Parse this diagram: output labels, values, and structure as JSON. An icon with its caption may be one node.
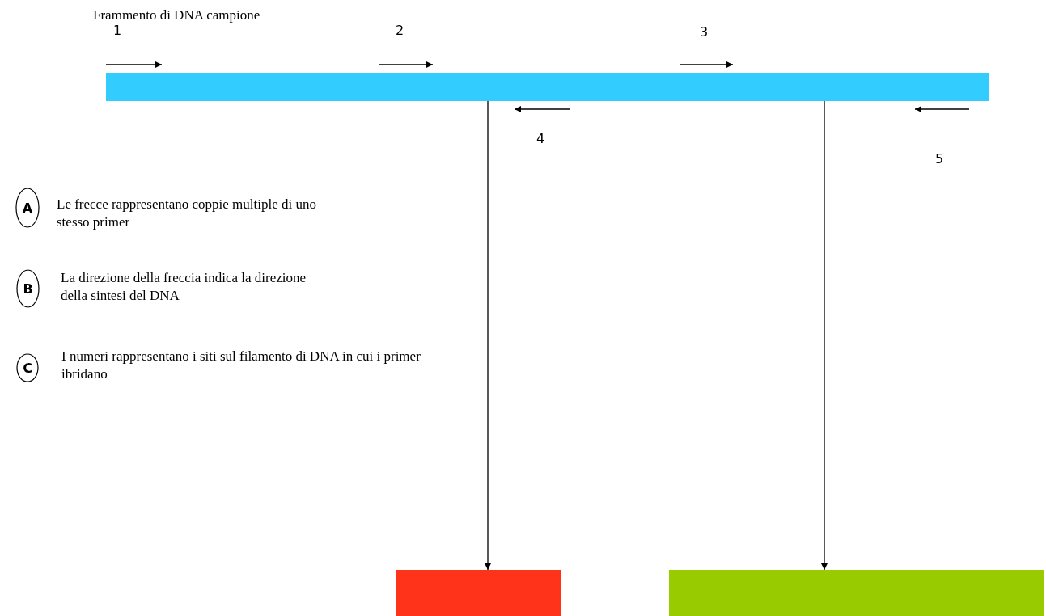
{
  "diagram": {
    "title": "Frammento di DNA campione",
    "nodes": [
      {
        "text": [],
        "shape": "bar"
      },
      {
        "text": [
          "A"
        ],
        "beside": [
          "Le frecce rappresentano coppie multiple di uno stesso primer"
        ]
      },
      {
        "text": [
          "B"
        ],
        "beside": [
          "La direzione della freccia indica la direzione della sintesi del DNA"
        ]
      },
      {
        "text": [
          "C"
        ],
        "beside": [
          "I numeri rappresentano i siti sul filamento di DNA in cui i primer ibridano"
        ]
      },
      {
        "text": [],
        "shape": "bar"
      },
      {
        "text": [],
        "shape": "bar"
      }
    ],
    "edges": [
      {
        "from": 0,
        "to": 4,
        "arrow": "to"
      },
      {
        "from": 0,
        "to": 5,
        "arrow": "to"
      }
    ],
    "labels": [
      "1",
      "2",
      "3",
      "4",
      "5"
    ]
  }
}
